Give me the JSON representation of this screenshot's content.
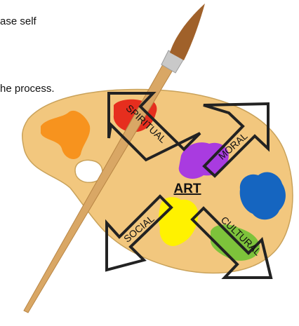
{
  "text": {
    "line1": "ase self",
    "line2": "he process."
  },
  "diagram": {
    "center_label": "ART",
    "quadrants": {
      "top_left": "SPIRITUAL",
      "top_right": "MORAL",
      "bottom_left": "SOCIAL",
      "bottom_right": "CULTURAL"
    }
  },
  "colors": {
    "palette": "#F2C77E",
    "palette_outline": "#C9A25A",
    "brush_handle": "#D9A765",
    "brush_ferrule": "#C9C9C9",
    "brush_tip": "#A0612A",
    "paint_orange": "#F7931E",
    "paint_red": "#E62E1E",
    "paint_purple": "#A93BE0",
    "paint_blue": "#1565C0",
    "paint_yellow": "#FFF200",
    "paint_green": "#7DC33B",
    "arrow_stroke": "#222222"
  }
}
